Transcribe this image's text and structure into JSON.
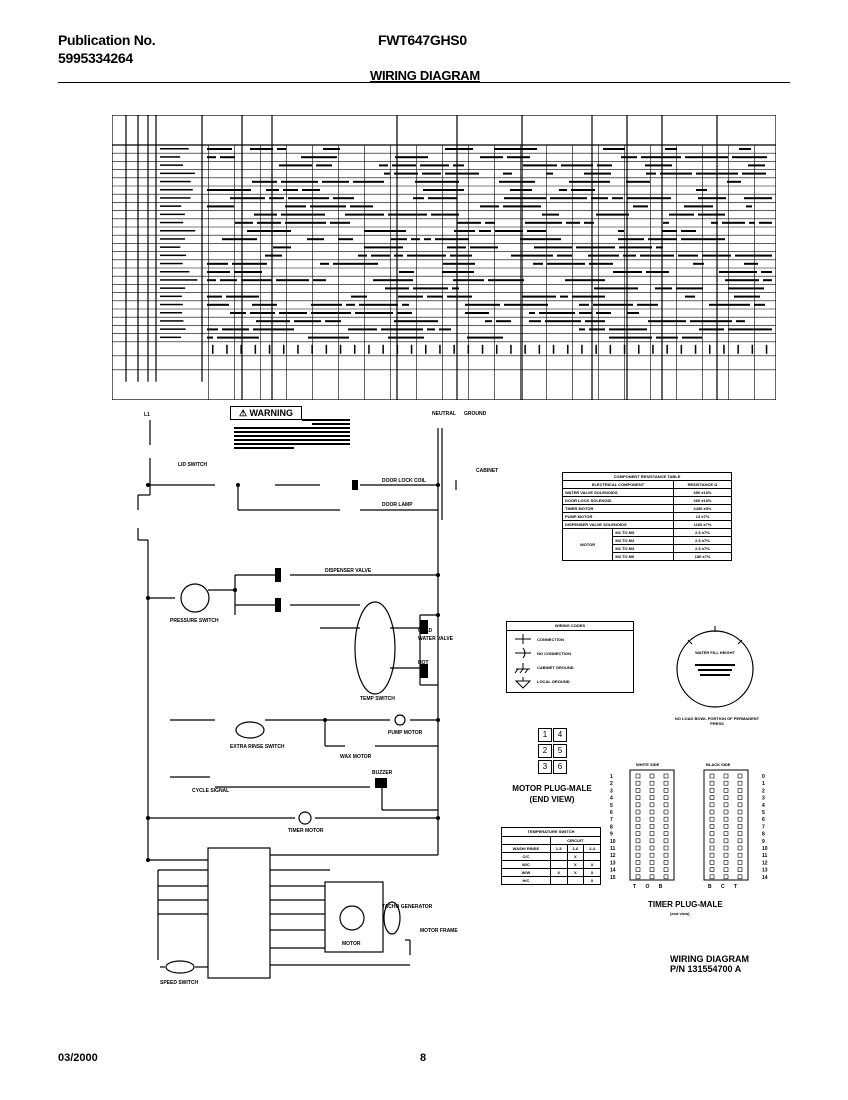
{
  "header": {
    "publication_label": "Publication No.",
    "publication_number": "5995334264",
    "model": "FWT647GHS0",
    "title": "WIRING DIAGRAM"
  },
  "footer": {
    "date": "03/2000",
    "page": "8"
  },
  "warning": {
    "label": "WARNING"
  },
  "resistance_table": {
    "title": "COMPONENT RESISTANCE TABLE",
    "col1": "ELECTRICAL COMPONENT",
    "col2": "RESISTANCE Ω",
    "rows": [
      [
        "WATER VALVE SOLENOIDS",
        "650 ±10%"
      ],
      [
        "DOOR LOCK SOLENOID",
        "260 ±10%"
      ],
      [
        "TIMER MOTOR",
        "2430 ±5%"
      ],
      [
        "PUMP MOTOR",
        "13 ±7%"
      ],
      [
        "DISPENSER VALVE SOLENOIDS",
        "1160 ±7%"
      ]
    ],
    "motor_label": "MOTOR",
    "motor_rows": [
      [
        "M1 TO M5",
        "2.6 ±7%"
      ],
      [
        "M3 TO M2",
        "2.6 ±7%"
      ],
      [
        "M1 TO M3",
        "2.6 ±7%"
      ],
      [
        "M3 TO M6",
        "180 ±7%"
      ]
    ]
  },
  "wiring_codes": {
    "title": "WIRING CODES",
    "items": [
      "CONNECTION",
      "NO CONNECTION",
      "CABINET GROUND",
      "LOCAL GROUND"
    ]
  },
  "water_fill": {
    "label": "WATER FILL HEIGHT",
    "note": "NO LOAD BOWL PORTION OF PERMANENT PRESS"
  },
  "motor_plug": {
    "pins": [
      "1",
      "4",
      "2",
      "5",
      "3",
      "6"
    ],
    "label_line1": "MOTOR PLUG-MALE",
    "label_line2": "(END VIEW)"
  },
  "temperature_switch": {
    "title": "TEMPERATURE SWITCH",
    "circuit_label": "CIRCUIT",
    "col_wash_rinse": "WASH/ RINSE",
    "cols": [
      "1-5",
      "1-6",
      "2-4"
    ],
    "rows": [
      [
        "C/C",
        "",
        "X",
        ""
      ],
      [
        "W/C",
        "",
        "X",
        "X"
      ],
      [
        "W/W",
        "X",
        "X",
        "X"
      ],
      [
        "H/C",
        "",
        "",
        "X"
      ]
    ]
  },
  "timer_plug": {
    "white_side": "WHITE SIDE",
    "black_side": "BLACK SIDE",
    "row_numbers_left": [
      "1",
      "2",
      "3",
      "4",
      "5",
      "6",
      "7",
      "8",
      "9",
      "10",
      "11",
      "12",
      "13",
      "14",
      "15"
    ],
    "row_numbers_right": [
      "0",
      "1",
      "2",
      "3",
      "4",
      "5",
      "6",
      "7",
      "8",
      "9",
      "10",
      "11",
      "12",
      "13",
      "14"
    ],
    "bottom_left": "T O B",
    "bottom_right": "B C T",
    "label": "TIMER PLUG-MALE",
    "sublabel": "(end view)"
  },
  "diagram_footer": {
    "line1": "WIRING DIAGRAM",
    "line2": "P/N 131554700 A"
  },
  "schematic_labels": {
    "l1": "L1",
    "neutral": "NEUTRAL",
    "ground": "GROUND",
    "lid_switch": "LID SWITCH",
    "door_lock_coil": "DOOR LOCK COIL",
    "door_lamp": "DOOR LAMP",
    "cabinet": "CABINET",
    "dispenser_valve": "DISPENSER VALVE",
    "pressure_switch": "PRESSURE SWITCH",
    "cold": "COLD",
    "water_valve": "WATER VALVE",
    "hot": "HOT",
    "temp_switch": "TEMP SWITCH",
    "pump_motor": "PUMP MOTOR",
    "extra_rinse_switch": "EXTRA RINSE SWITCH",
    "wax_motor": "WAX MOTOR",
    "cycle_signal": "CYCLE SIGNAL",
    "buzzer": "BUZZER",
    "timer_motor": "TIMER MOTOR",
    "motor": "MOTOR",
    "tacho_generator": "TACHO GENERATOR",
    "motor_frame": "MOTOR FRAME",
    "speed_switch": "SPEED SWITCH"
  },
  "colors": {
    "ink": "#000000",
    "paper": "#ffffff"
  }
}
